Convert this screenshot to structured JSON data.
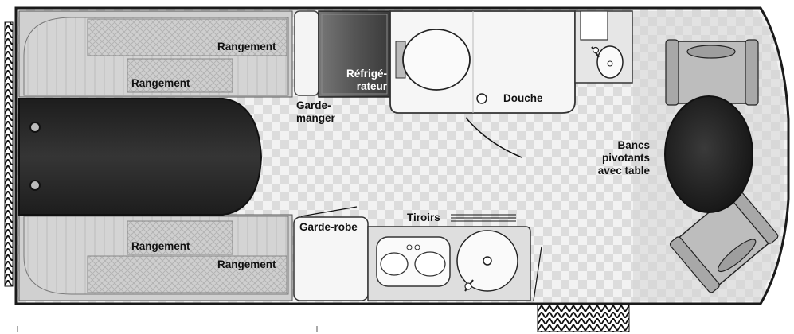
{
  "labels": {
    "storage_top_right": "Rangement",
    "storage_top_left": "Rangement",
    "fridge_line1": "Réfrigé-",
    "fridge_line2": "rateur",
    "pantry_line1": "Garde-",
    "pantry_line2": "manger",
    "shower": "Douche",
    "swivel_line1": "Bancs",
    "swivel_line2": "pivotants",
    "swivel_line3": "avec table",
    "drawers": "Tiroirs",
    "wardrobe": "Garde-robe",
    "storage_bottom_left": "Rangement",
    "storage_bottom_right": "Rangement"
  },
  "colors": {
    "outline": "#1a1a1a",
    "floor_light": "#f2f2f2",
    "floor_dark": "#d8d8d8",
    "bed": "#2a2a2a",
    "table": "#222222",
    "fridge": "#5a5a5a",
    "bench": "#b8b8b8",
    "fixture": "#f4f4f4"
  }
}
